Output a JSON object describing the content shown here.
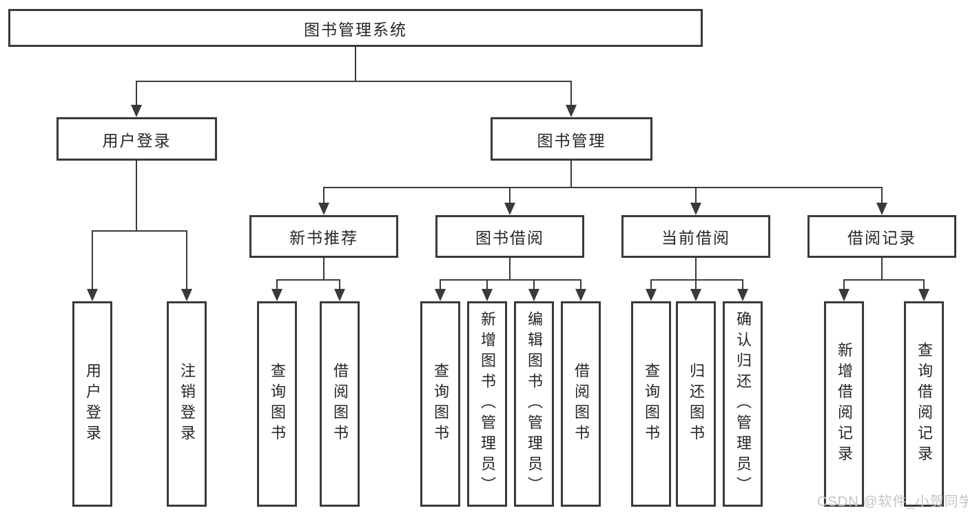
{
  "diagram": {
    "root": {
      "label": "图书管理系统"
    },
    "branches": [
      {
        "label": "用户登录",
        "leaves": [
          {
            "label": "用户登录"
          },
          {
            "label": "注销登录"
          }
        ]
      },
      {
        "label": "图书管理",
        "groups": [
          {
            "label": "新书推荐",
            "leaves": [
              {
                "label": "查询图书"
              },
              {
                "label": "借阅图书"
              }
            ]
          },
          {
            "label": "图书借阅",
            "leaves": [
              {
                "label": "查询图书"
              },
              {
                "label": "新增图书（管理员）"
              },
              {
                "label": "编辑图书（管理员）"
              },
              {
                "label": "借阅图书"
              }
            ]
          },
          {
            "label": "当前借阅",
            "leaves": [
              {
                "label": "查询图书"
              },
              {
                "label": "归还图书"
              },
              {
                "label": "确认归还（管理员）"
              }
            ]
          },
          {
            "label": "借阅记录",
            "leaves": [
              {
                "label": "新增借阅记录"
              },
              {
                "label": "查询借阅记录"
              }
            ]
          }
        ]
      }
    ]
  },
  "watermark": {
    "text": "CSDN @软件_小贺同学"
  }
}
